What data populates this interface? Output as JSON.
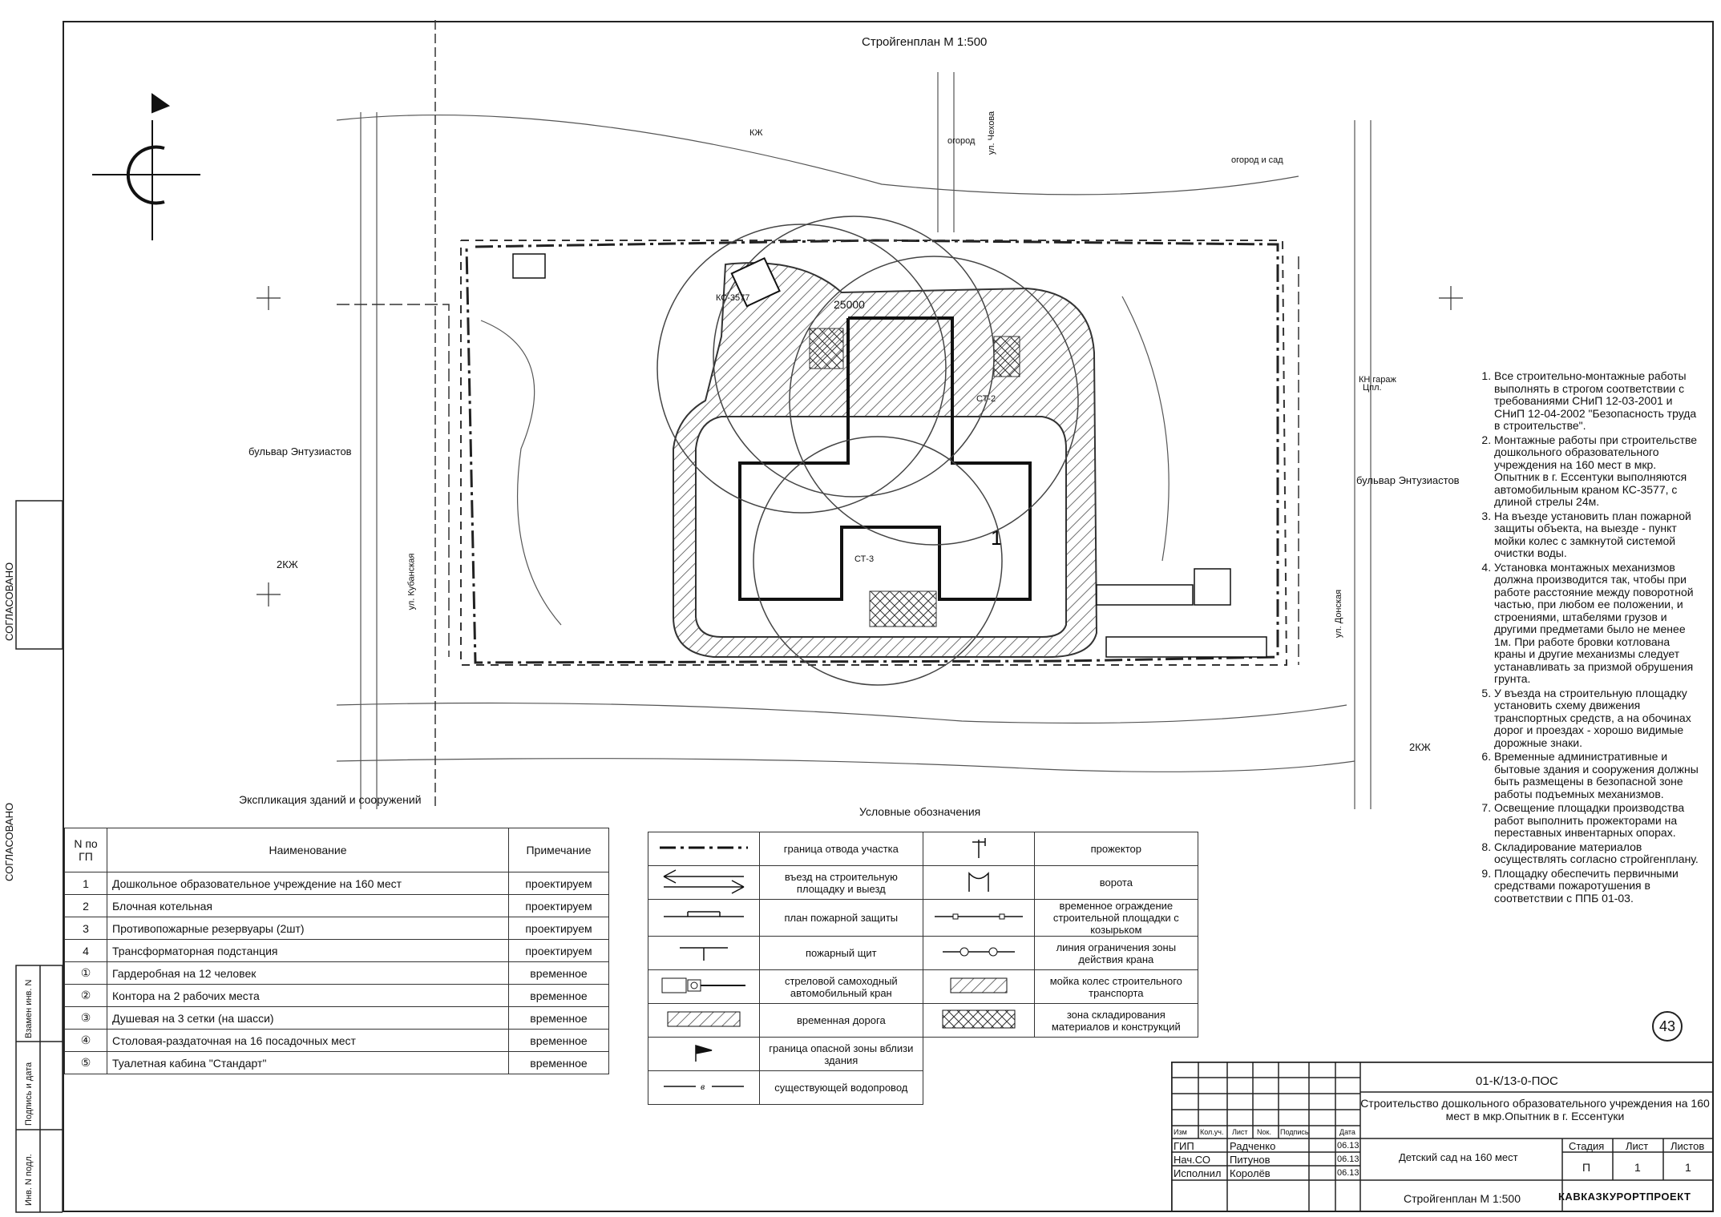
{
  "plan": {
    "title": "Стройгенплан М 1:500",
    "building_number": "1",
    "crane_labels": [
      "КС-3577",
      "СТ-2",
      "СТ-3"
    ],
    "radius_label": "25000",
    "streets": [
      "ул. Чехова",
      "бульвар Энтузиастов",
      "ул. Донская",
      "ул. Кубанская"
    ],
    "site_elements": [
      "КЖ",
      "огород",
      "огород и сад",
      "2КЖ",
      "КН гараж",
      "Цпл."
    ]
  },
  "notes": [
    "Все строительно-монтажные работы выполнять в строгом соответствии с требованиями СНиП 12-03-2001 и СНиП 12-04-2002 \"Безопасность труда в строительстве\".",
    "Монтажные работы при строительстве дошкольного образовательного учреждения на 160 мест в мкр. Опытник в г. Ессентуки выполняются автомобильным краном КС-3577, с длиной стрелы 24м.",
    "На въезде установить план пожарной защиты объекта, на выезде - пункт мойки колес с замкнутой системой очистки воды.",
    "Установка монтажных механизмов должна производится так, чтобы при работе расстояние между поворотной частью, при любом ее положении, и строениями, штабелями грузов и другими предметами было не менее 1м. При работе бровки котлована краны и другие механизмы следует устанавливать за призмой обрушения грунта.",
    "У въезда на строительную площадку установить схему движения транспортных средств, а на обочинах дорог и проездах - хорошо видимые дорожные знаки.",
    "Временные административные и бытовые здания и сооружения должны быть размещены в безопасной зоне работы подъемных механизмов.",
    "Освещение площадки производства работ выполнить прожекторами на переставных инвентарных опорах.",
    "Складирование материалов осуществлять согласно стройгенплану.",
    "Площадку обеспечить первичными средствами пожаротушения в соответствии с ППБ 01-03."
  ],
  "explication": {
    "title": "Экспликация зданий и сооружений",
    "headers": {
      "n": "N по ГП",
      "name": "Наименование",
      "note": "Примечание"
    },
    "rows": [
      {
        "n": "1",
        "name": "Дошкольное образовательное учреждение на 160 мест",
        "note": "проектируем"
      },
      {
        "n": "2",
        "name": "Блочная котельная",
        "note": "проектируем"
      },
      {
        "n": "3",
        "name": "Противопожарные резервуары (2шт)",
        "note": "проектируем"
      },
      {
        "n": "4",
        "name": "Трансформаторная подстанция",
        "note": "проектируем"
      },
      {
        "n": "①",
        "name": "Гардеробная на 12 человек",
        "note": "временное"
      },
      {
        "n": "②",
        "name": "Контора на 2 рабочих места",
        "note": "временное"
      },
      {
        "n": "③",
        "name": "Душевая на 3 сетки (на шасси)",
        "note": "временное"
      },
      {
        "n": "④",
        "name": "Столовая-раздаточная на 16 посадочных мест",
        "note": "временное"
      },
      {
        "n": "⑤",
        "name": "Туалетная кабина \"Стандарт\"",
        "note": "временное"
      }
    ]
  },
  "legend": {
    "title": "Условные обозначения",
    "left": [
      "граница отвода участка",
      "въезд на строительную площадку и выезд",
      "план пожарной защиты",
      "пожарный щит",
      "стреловой самоходный автомобильный кран",
      "временная дорога",
      "граница опасной зоны вблизи здания",
      "существующей водопровод"
    ],
    "right": [
      "прожектор",
      "ворота",
      "временное ограждение строительной площадки с козырьком",
      "линия ограничения зоны действия крана",
      "мойка колес строительного транспорта",
      "зона складирования материалов и конструкций"
    ]
  },
  "stamp": {
    "code": "01-К/13-0-ПОС",
    "project": "Строительство дошкольного образовательного учреждения на 160 мест в мкр.Опытник в г. Ессентуки",
    "object": "Детский сад на 160 мест",
    "sheet_name": "Стройгенплан  М 1:500",
    "company": "КАВКАЗКУРОРТПРОЕКТ",
    "headers": [
      "Изм",
      "Кол.уч.",
      "Лист",
      "Nок.",
      "Подпись",
      "Дата"
    ],
    "people": [
      {
        "role": "ГИП",
        "name": "Радченко",
        "date": "06.13"
      },
      {
        "role": "Нач.СО",
        "name": "Питунов",
        "date": "06.13"
      },
      {
        "role": "Исполнил",
        "name": "Королёв",
        "date": "06.13"
      }
    ],
    "stage_headers": [
      "Стадия",
      "Лист",
      "Листов"
    ],
    "stage": "П",
    "sheet": "1",
    "sheets": "1",
    "sheet_number": "43"
  },
  "side": {
    "agreed": "СОГЛАСОВАНО",
    "replaced_inv": "Взамен инв. N",
    "sign_date": "Подпись и дата",
    "inv_orig": "Инв. N подл."
  }
}
